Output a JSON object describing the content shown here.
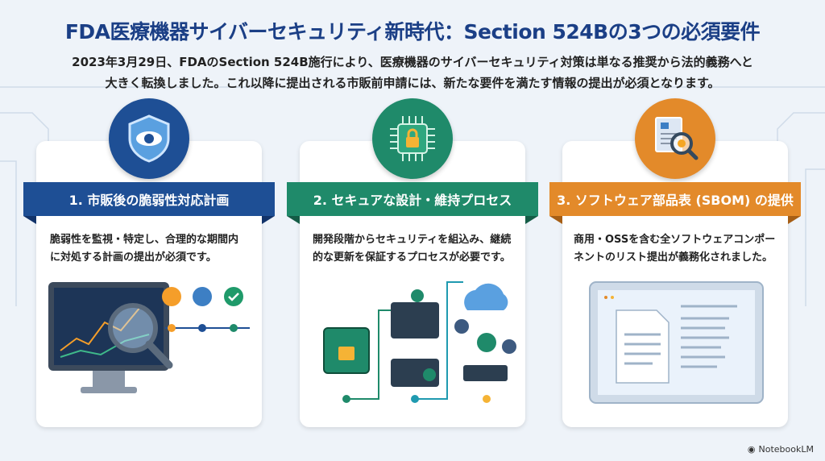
{
  "header": {
    "title": "FDA医療機器サイバーセキュリティ新時代：Section 524Bの3つの必須要件",
    "subtitle_line1": "2023年3月29日、FDAのSection 524B施行により、医療機器のサイバーセキュリティ対策は単なる推奨から法的義務へと",
    "subtitle_line2": "大きく転換しました。これ以降に提出される市販前申請には、新たな要件を満たす情報の提出が必須となります。"
  },
  "cards": [
    {
      "heading": "1. 市販後の脆弱性対応計画",
      "line1": "脆弱性を監視・特定し、合理的な期間内",
      "line2": "に対処する計画の提出が必須です。",
      "icon": "shield-eye-icon",
      "color": "#1e4f95"
    },
    {
      "heading": "2. セキュアな設計・維持プロセス",
      "line1": "開発段階からセキュリティを組込み、継続",
      "line2": "的な更新を保証するプロセスが必要です。",
      "icon": "chip-lock-icon",
      "color": "#1f8a6a"
    },
    {
      "heading": "3. ソフトウェア部品表 (SBOM) の提供",
      "line1": "商用・OSSを含む全ソフトウェアコンポー",
      "line2": "ネントのリスト提出が義務化されました。",
      "icon": "document-gear-icon",
      "color": "#e38a2a"
    }
  ],
  "watermark": "NotebookLM"
}
